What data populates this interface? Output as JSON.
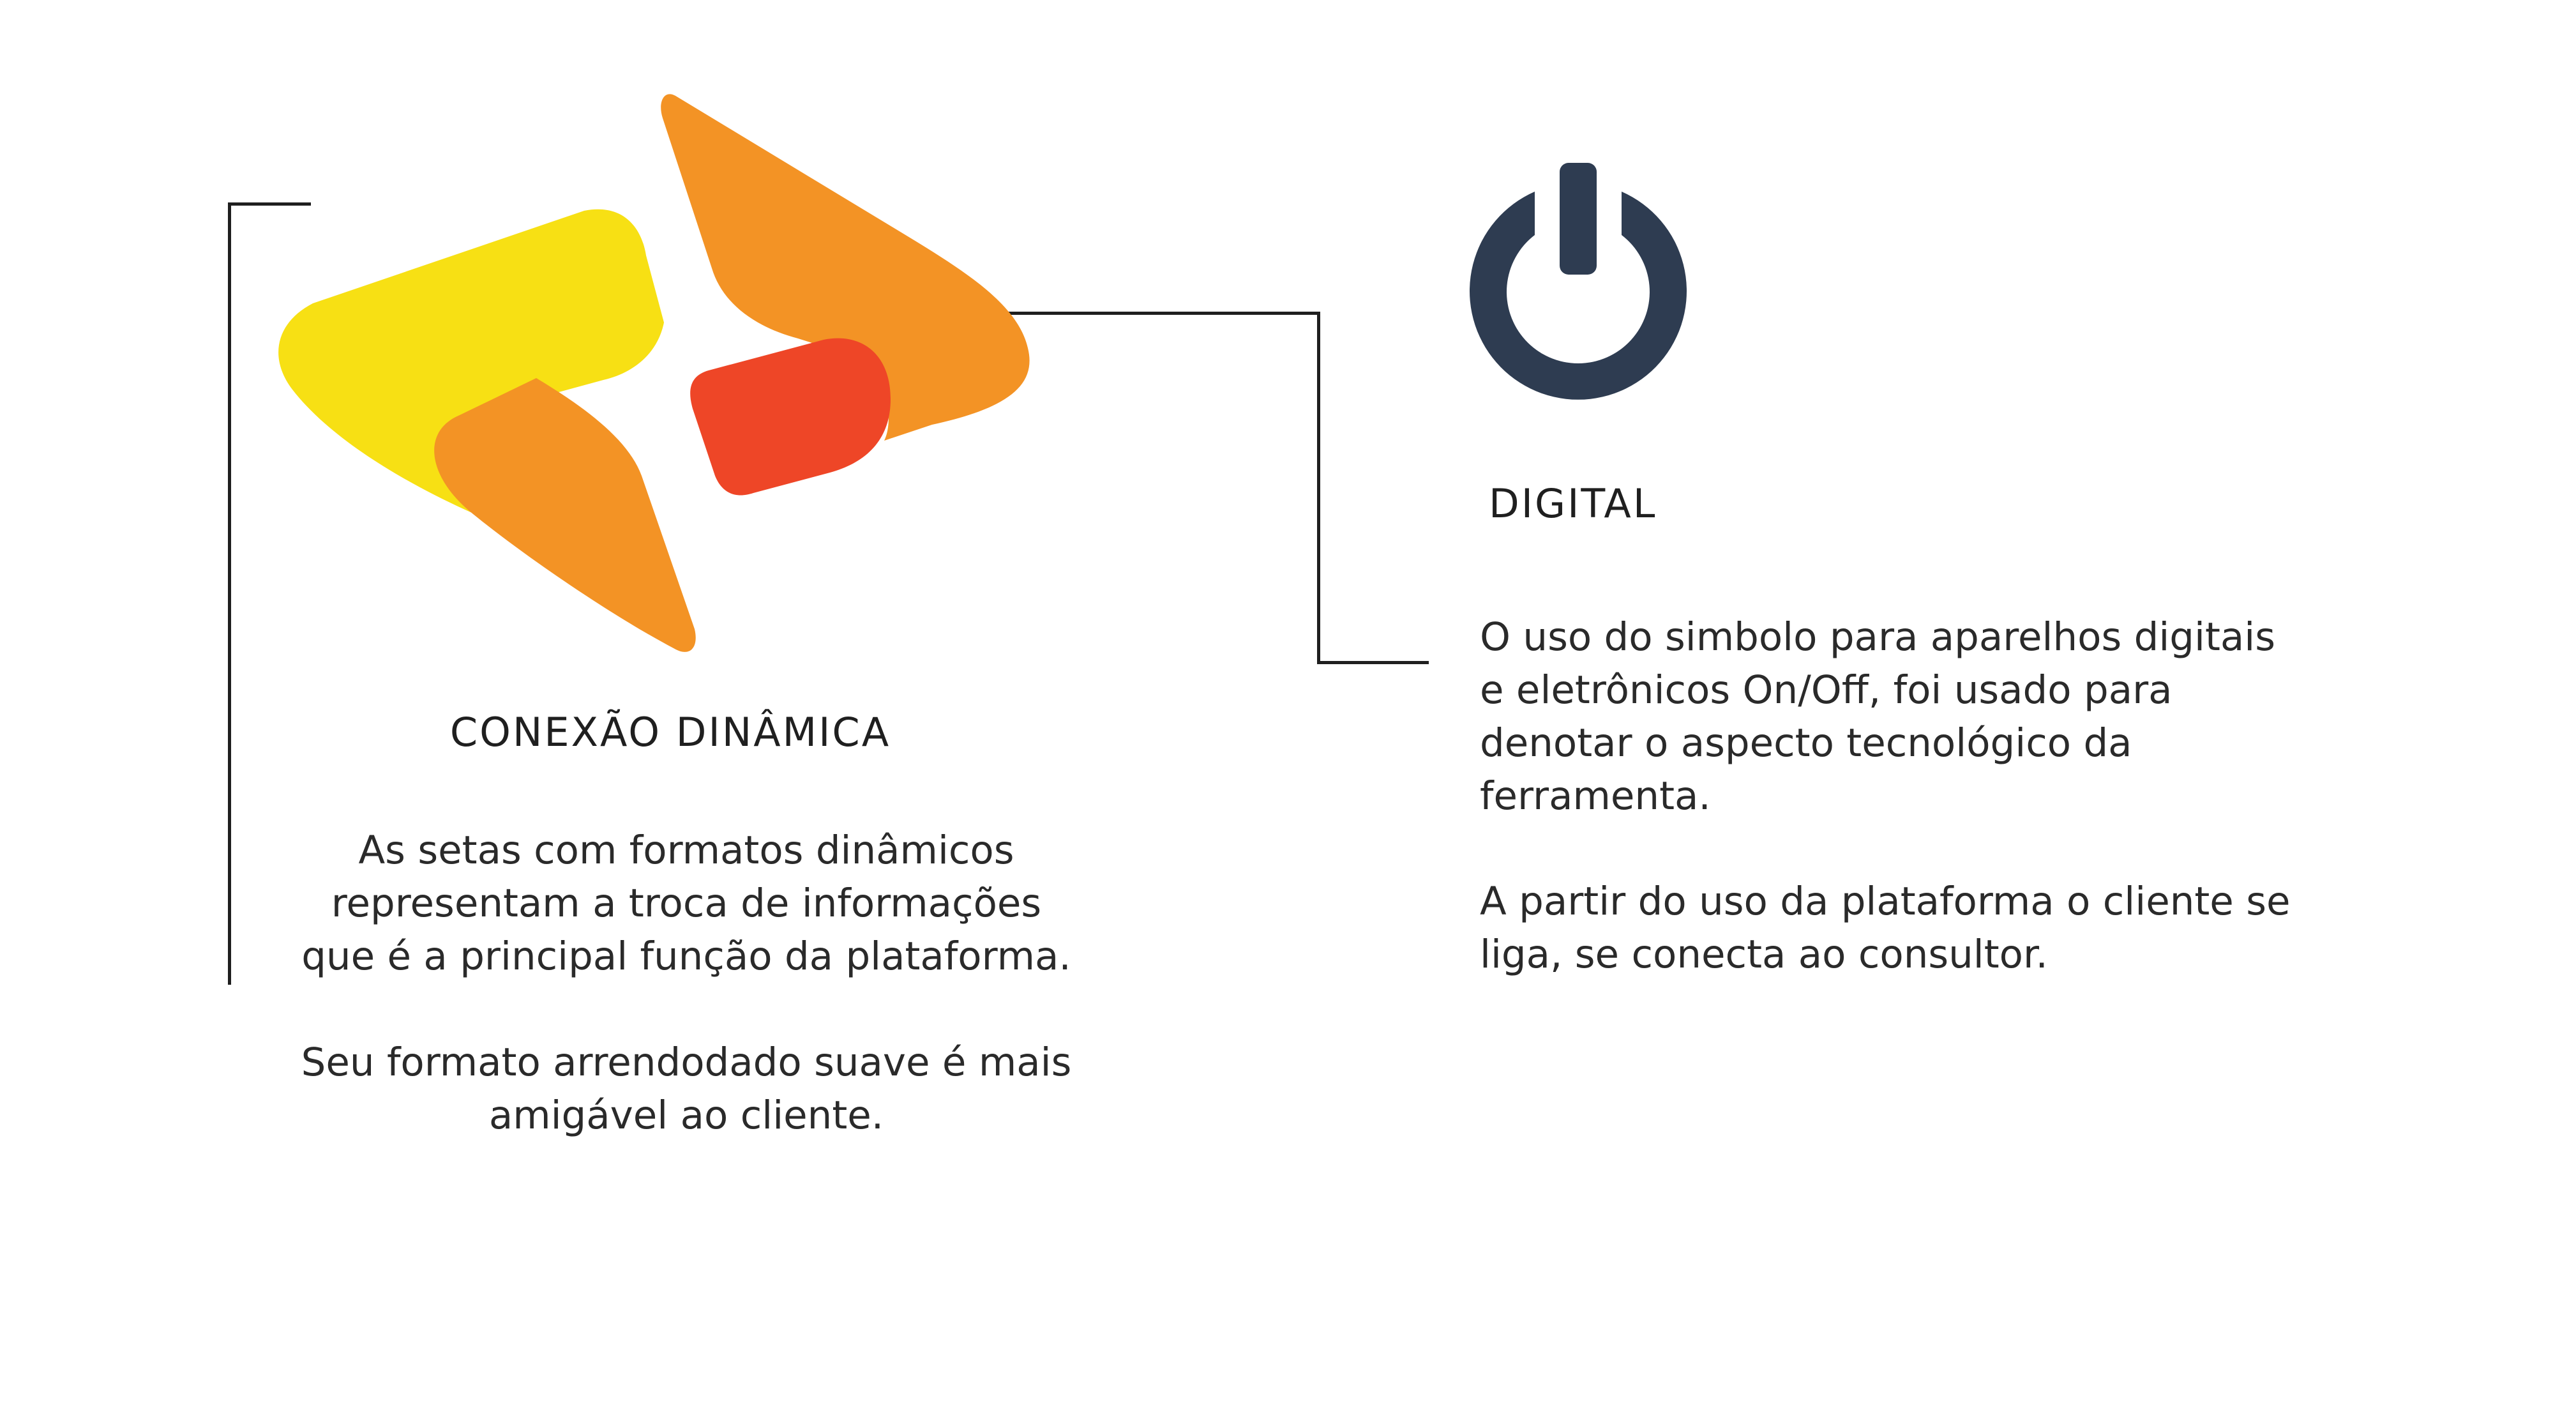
{
  "colors": {
    "yellow": "#F7E014",
    "orange": "#F39325",
    "red_orange": "#EE4627",
    "navy": "#2E3C51",
    "line": "#1F1F1F",
    "text": "#2A2A2A"
  },
  "left_section": {
    "logo_icon": "dynamic-arrows-logo",
    "title": "CONEXÃO  DINÂMICA",
    "paragraph1_lines": [
      "As setas com formatos dinâmicos",
      "representam a troca de informações",
      "que é a principal função  da plataforma."
    ],
    "paragraph2_lines": [
      "Seu formato arrendodado suave é mais",
      "amigável ao cliente."
    ]
  },
  "right_section": {
    "icon": "power-icon",
    "title": "DIGITAL",
    "paragraph1_lines": [
      "O uso do simbolo para aparelhos digitais",
      "e eletrônicos On/Off, foi usado para",
      "denotar o aspecto tecnológico da",
      "ferramenta."
    ],
    "paragraph2_lines": [
      "A partir do uso da plataforma o cliente se",
      "liga, se conecta ao consultor."
    ]
  }
}
